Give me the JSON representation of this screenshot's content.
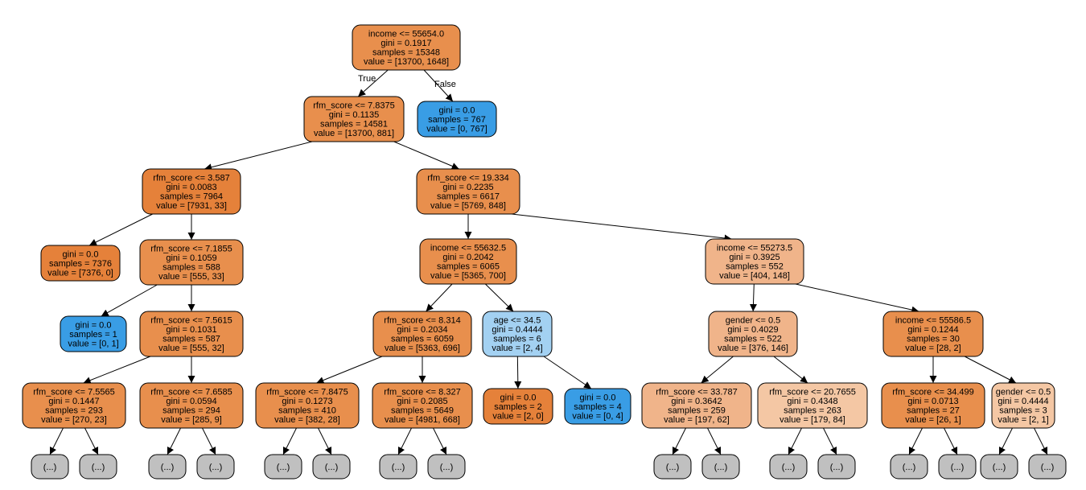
{
  "edge_labels": {
    "true_label": "True",
    "false_label": "False"
  },
  "colors": {
    "orange_strong": "#e5813a",
    "orange_mid": "#e88f4d",
    "orange_light": "#f0b48a",
    "orange_pale": "#f4c7a4",
    "blue_strong": "#399de5",
    "blue_pale": "#a3d1f2",
    "gray": "#c0c0c0"
  },
  "nodes": {
    "root": [
      "income <= 55654.0",
      "gini = 0.1917",
      "samples = 15348",
      "value = [13700, 1648]"
    ],
    "n1": [
      "rfm_score <= 7.8375",
      "gini = 0.1135",
      "samples = 14581",
      "value = [13700, 881]"
    ],
    "n2": [
      "gini = 0.0",
      "samples = 767",
      "value = [0, 767]"
    ],
    "n3": [
      "rfm_score <= 3.587",
      "gini = 0.0083",
      "samples = 7964",
      "value = [7931, 33]"
    ],
    "n4": [
      "rfm_score <= 19.334",
      "gini = 0.2235",
      "samples = 6617",
      "value = [5769, 848]"
    ],
    "n5": [
      "gini = 0.0",
      "samples = 7376",
      "value = [7376, 0]"
    ],
    "n6": [
      "rfm_score <= 7.1855",
      "gini = 0.1059",
      "samples = 588",
      "value = [555, 33]"
    ],
    "n7": [
      "gini = 0.0",
      "samples = 1",
      "value = [0, 1]"
    ],
    "n8": [
      "rfm_score <= 7.5615",
      "gini = 0.1031",
      "samples = 587",
      "value = [555, 32]"
    ],
    "n9": [
      "rfm_score <= 7.5565",
      "gini = 0.1447",
      "samples = 293",
      "value = [270, 23]"
    ],
    "n10": [
      "rfm_score <= 7.6585",
      "gini = 0.0594",
      "samples = 294",
      "value = [285, 9]"
    ],
    "n11": [
      "income <= 55632.5",
      "gini = 0.2042",
      "samples = 6065",
      "value = [5365, 700]"
    ],
    "n12": [
      "income <= 55273.5",
      "gini = 0.3925",
      "samples = 552",
      "value = [404, 148]"
    ],
    "n13": [
      "rfm_score <= 8.314",
      "gini = 0.2034",
      "samples = 6059",
      "value = [5363, 696]"
    ],
    "n14": [
      "age <= 34.5",
      "gini = 0.4444",
      "samples = 6",
      "value = [2, 4]"
    ],
    "n15": [
      "rfm_score <= 7.8475",
      "gini = 0.1273",
      "samples = 410",
      "value = [382, 28]"
    ],
    "n16": [
      "rfm_score <= 8.327",
      "gini = 0.2085",
      "samples = 5649",
      "value = [4981, 668]"
    ],
    "n17": [
      "gini = 0.0",
      "samples = 2",
      "value = [2, 0]"
    ],
    "n18": [
      "gini = 0.0",
      "samples = 4",
      "value = [0, 4]"
    ],
    "n19": [
      "gender <= 0.5",
      "gini = 0.4029",
      "samples = 522",
      "value = [376, 146]"
    ],
    "n20": [
      "income <= 55586.5",
      "gini = 0.1244",
      "samples = 30",
      "value = [28, 2]"
    ],
    "n21": [
      "rfm_score <= 33.787",
      "gini = 0.3642",
      "samples = 259",
      "value = [197, 62]"
    ],
    "n22": [
      "rfm_score <= 20.7655",
      "gini = 0.4348",
      "samples = 263",
      "value = [179, 84]"
    ],
    "n23": [
      "rfm_score <= 34.499",
      "gini = 0.0713",
      "samples = 27",
      "value = [26, 1]"
    ],
    "n24": [
      "gender <= 0.5",
      "gini = 0.4444",
      "samples = 3",
      "value = [2, 1]"
    ],
    "ellipsis": "(...)"
  }
}
